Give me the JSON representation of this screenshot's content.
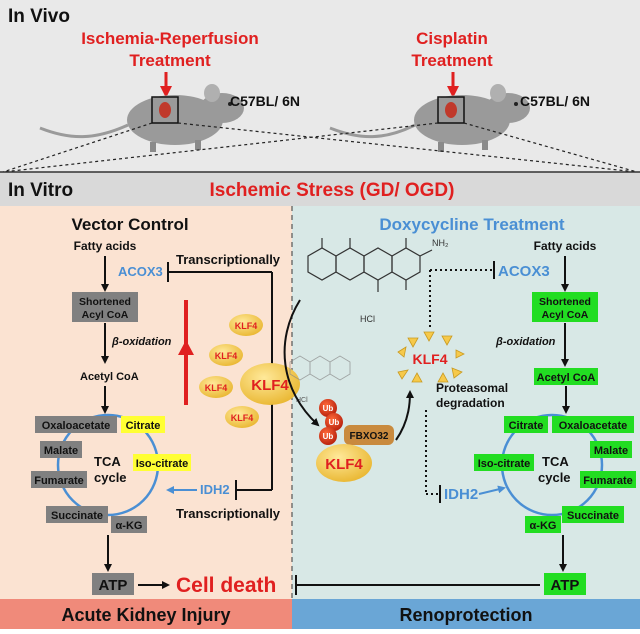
{
  "in_vivo": {
    "label": "In Vivo",
    "left_treatment": [
      "Ischemia-Reperfusion",
      "Treatment"
    ],
    "right_treatment": [
      "Cisplatin",
      "Treatment"
    ],
    "mouse_strain": "C57BL/ 6N"
  },
  "in_vitro": {
    "label": "In Vitro",
    "stress": "Ischemic Stress (GD/ OGD)"
  },
  "left": {
    "title": "Vector Control",
    "fatty_acids": "Fatty acids",
    "acox3": "ACOX3",
    "shortened": [
      "Shortened",
      "Acyl CoA"
    ],
    "beta_oxidation": "β-oxidation",
    "acetyl_coa": "Acetyl CoA",
    "oxaloacetate": "Oxaloacetate",
    "citrate": "Citrate",
    "malate": "Malate",
    "iso_citrate": "Iso-citrate",
    "fumarate": "Fumarate",
    "succinate": "Succinate",
    "akg": "α-KG",
    "tca": [
      "TCA",
      "cycle"
    ],
    "idh2": "IDH2",
    "transcriptionally": "Transcriptionally",
    "atp": "ATP",
    "cell_death": "Cell death",
    "klf4_small": "KLF4",
    "klf4_big": "KLF4"
  },
  "right": {
    "title": "Doxycycline Treatment",
    "nh2": "NH₂",
    "hcl": "HCl",
    "hcl_small": "HCl",
    "ub": "Ub",
    "fbxo32": "FBXO32",
    "klf4": "KLF4",
    "klf4_degraded": "KLF4",
    "proteasomal": [
      "Proteasomal",
      "degradation"
    ],
    "acox3": "ACOX3",
    "idh2": "IDH2",
    "fatty_acids": "Fatty acids",
    "shortened": [
      "Shortened",
      "Acyl CoA"
    ],
    "beta_oxidation": "β-oxidation",
    "acetyl_coa": "Acetyl CoA",
    "citrate": "Citrate",
    "oxaloacetate": "Oxaloacetate",
    "malate": "Malate",
    "iso_citrate": "Iso-citrate",
    "fumarate": "Fumarate",
    "succinate": "Succinate",
    "akg": "α-KG",
    "tca": [
      "TCA",
      "cycle"
    ],
    "atp": "ATP"
  },
  "bottom": {
    "left": "Acute Kidney Injury",
    "right": "Renoprotection"
  },
  "colors": {
    "red": "#e02020",
    "blue": "#4a8fd4",
    "green": "#22dd22",
    "yellow": "#ffff33",
    "grey_box": "#808080",
    "left_bg": "#fbe3d2",
    "right_bg": "#d8e8e6",
    "aki_bar": "#f08a7a",
    "reno_bar": "#6aa6d6",
    "klf4_gold": "#f6c94a"
  }
}
